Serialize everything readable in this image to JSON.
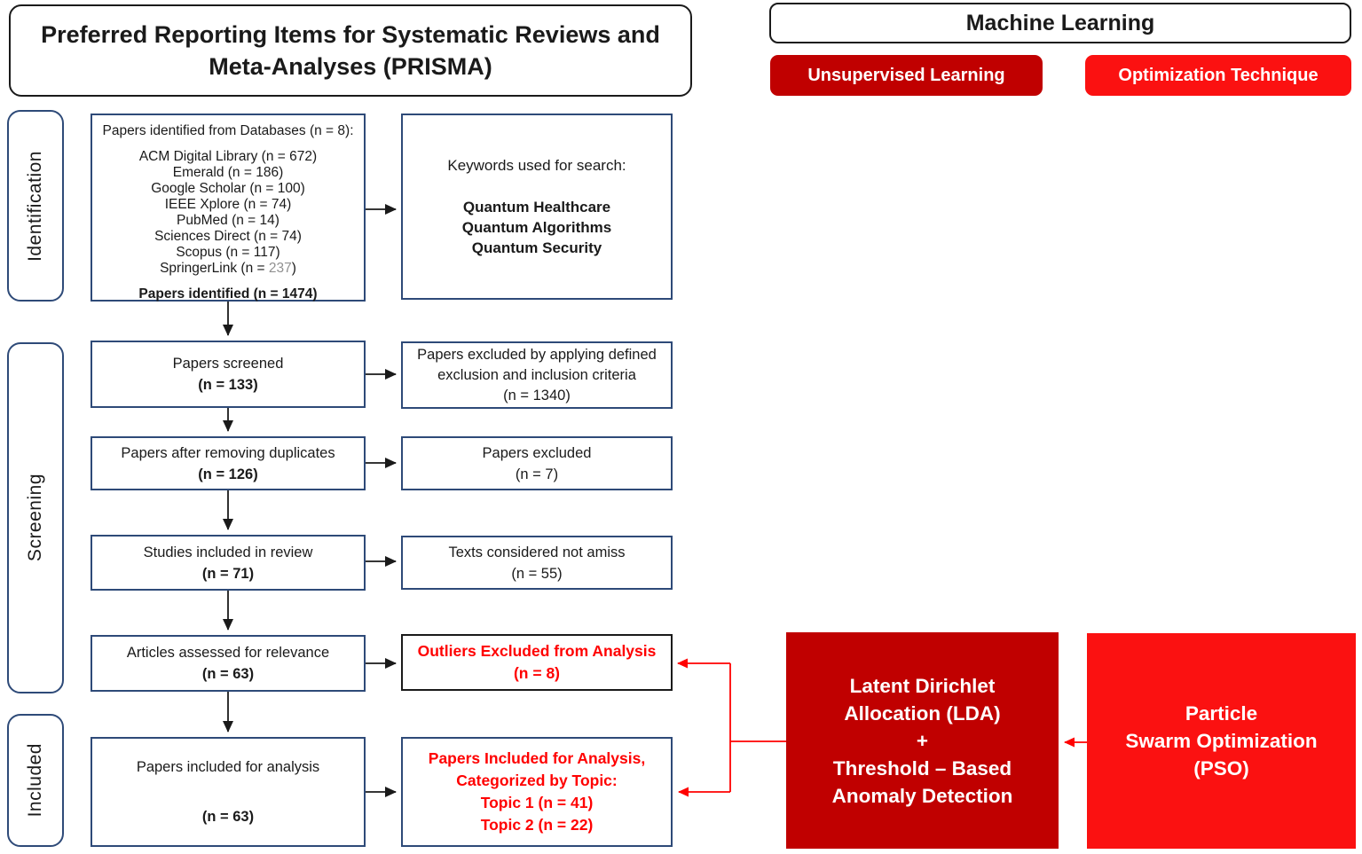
{
  "colors": {
    "box_border_navy": "#2e4a78",
    "outline_black": "#1a1a1a",
    "dark_red": "#c00000",
    "bright_red": "#fb1111",
    "red_text": "#ff0000",
    "grey_number": "#909090"
  },
  "prisma": {
    "title": "Preferred Reporting Items for Systematic Reviews and Meta-Analyses (PRISMA)",
    "stages": {
      "identification": "Identification",
      "screening": "Screening",
      "included": "Included"
    },
    "identification_box": {
      "heading": "Papers identified from Databases (n = 8):",
      "sources": [
        "ACM Digital Library (n = 672)",
        "Emerald (n = 186)",
        "Google Scholar (n = 100)",
        "IEEE Xplore (n = 74)",
        "PubMed (n = 14)",
        "Sciences Direct (n = 74)",
        "Scopus (n = 117)"
      ],
      "springer": {
        "prefix": "SpringerLink (n = ",
        "count": "237",
        "suffix": ")"
      },
      "total": "Papers identified (n = 1474)"
    },
    "keywords_box": {
      "heading": "Keywords used for search:",
      "keywords": [
        "Quantum Healthcare",
        "Quantum Algorithms",
        "Quantum Security"
      ]
    },
    "rows": {
      "screened": {
        "line1": "Papers screened",
        "line2": "(n = 133)"
      },
      "excluded_criteria": {
        "line1": "Papers excluded by applying defined exclusion and inclusion criteria",
        "line2": "(n = 1340)"
      },
      "duplicates": {
        "line1": "Papers after removing duplicates",
        "line2": "(n = 126)"
      },
      "excluded_dupes": {
        "line1": "Papers excluded",
        "line2": "(n = 7)"
      },
      "studies": {
        "line1": "Studies included in review",
        "line2": "(n = 71)"
      },
      "texts": {
        "line1": "Texts considered not amiss",
        "line2": "(n = 55)"
      },
      "articles": {
        "line1": "Articles assessed for relevance",
        "line2": "(n = 63)"
      },
      "outliers": {
        "line1": "Outliers Excluded from Analysis",
        "line2": "(n = 8)"
      },
      "included_analysis": {
        "line1": "Papers included for analysis",
        "line2": "(n = 63)"
      },
      "topics": {
        "line1": "Papers Included for Analysis,",
        "line2": "Categorized by Topic:",
        "line3": "Topic 1 (n = 41)",
        "line4": "Topic 2 (n = 22)"
      }
    }
  },
  "ml": {
    "header": "Machine Learning",
    "unsupervised_label": "Unsupervised Learning",
    "optimization_label": "Optimization Technique",
    "lda_box": {
      "line1": "Latent Dirichlet",
      "line2": "Allocation (LDA)",
      "line3": "+",
      "line4": "Threshold – Based",
      "line5": "Anomaly Detection"
    },
    "pso_box": {
      "line1": "Particle",
      "line2": "Swarm Optimization",
      "line3": "(PSO)"
    }
  }
}
